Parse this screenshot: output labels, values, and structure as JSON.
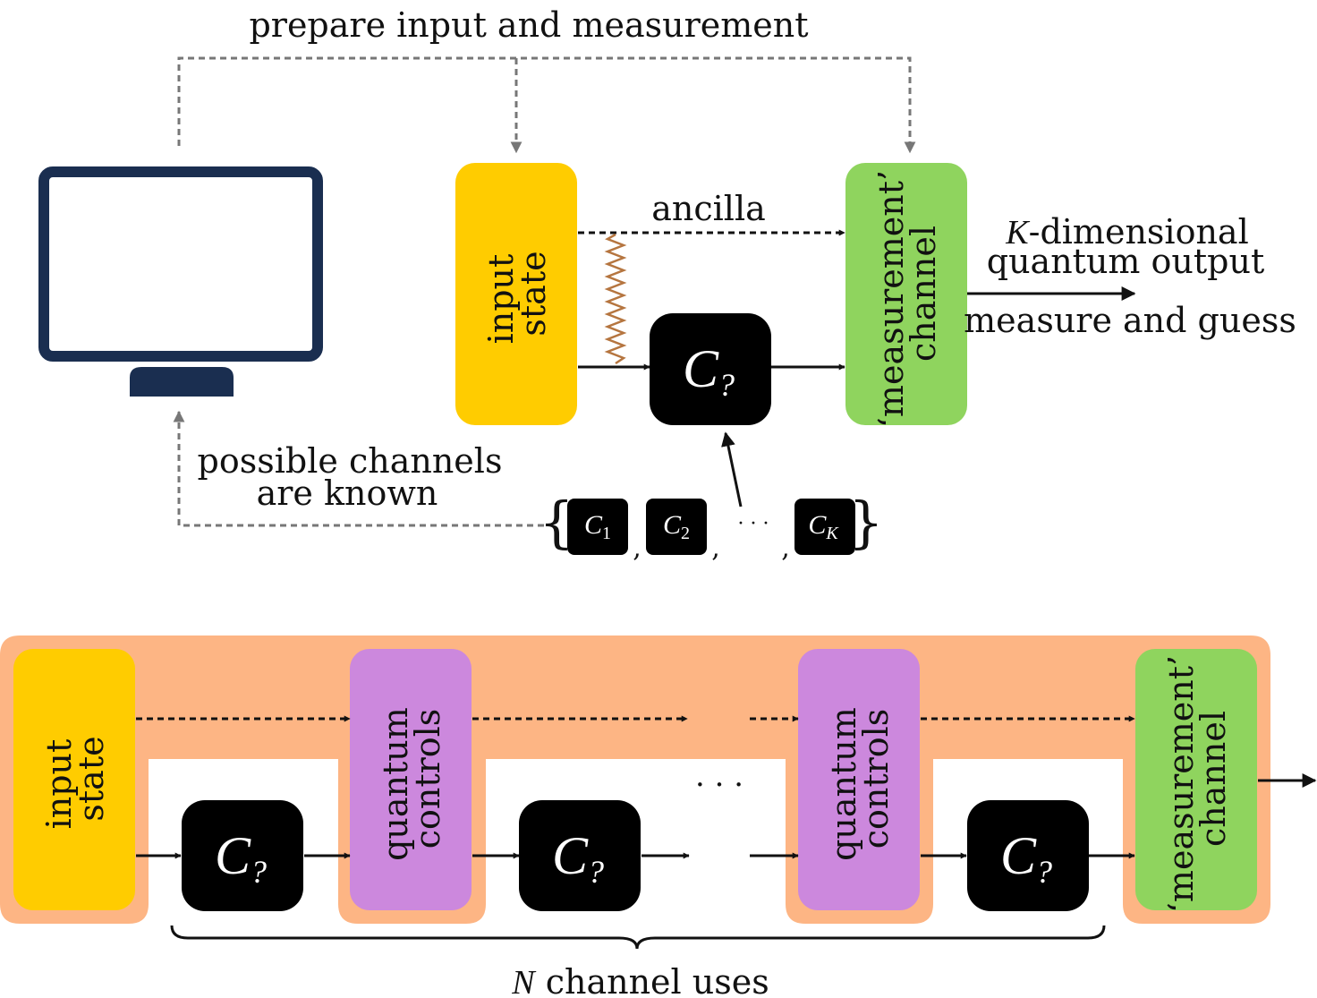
{
  "top": {
    "prepare_label": "prepare input and measurement",
    "input_state": {
      "line1": "input",
      "line2": "state"
    },
    "ancilla_label": "ancilla",
    "measurement": {
      "line1": "‘measurement’",
      "line2": "channel"
    },
    "output_label_1_var": "K",
    "output_label_1_rest": "-dimensional",
    "output_label_2": "quantum output",
    "measure_label": "measure and guess",
    "unknown_channel": {
      "main": "C",
      "sub": "?"
    },
    "known_label_1": "possible channels",
    "known_label_2": "are known",
    "channel_set": [
      {
        "main": "C",
        "sub": "1"
      },
      {
        "main": "C",
        "sub": "2"
      },
      {
        "main": "C",
        "sub": "K"
      }
    ],
    "set_open": "{",
    "set_close": "}",
    "set_dots": "· · ·",
    "comma": ","
  },
  "bottom": {
    "input_state": {
      "line1": "input",
      "line2": "state"
    },
    "controls": [
      {
        "line1": "quantum",
        "line2": "controls"
      },
      {
        "line1": "quantum",
        "line2": "controls"
      }
    ],
    "channels": [
      {
        "main": "C",
        "sub": "?"
      },
      {
        "main": "C",
        "sub": "?"
      },
      {
        "main": "C",
        "sub": "?"
      }
    ],
    "measurement": {
      "line1": "‘measurement’",
      "line2": "channel"
    },
    "ellipsis": "· · ·",
    "uses_var": "N",
    "uses_rest": " channel uses"
  },
  "colors": {
    "input": "#ffcc00",
    "measurement": "#8fd45e",
    "controls": "#cc88dd",
    "frame": "#fdb584",
    "monitor": "#1a2e50",
    "spring": "#b5753f",
    "dashed_gray": "#777777"
  }
}
